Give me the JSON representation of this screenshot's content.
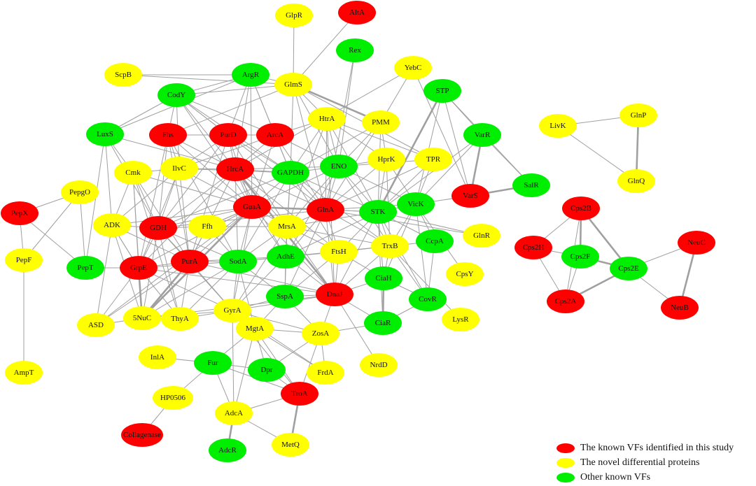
{
  "colors": {
    "known": "#ff0000",
    "novel": "#ffff00",
    "other": "#00ee00",
    "edge": "#a0a0a0"
  },
  "legend": [
    {
      "label": "The known VFs identified in this study",
      "group": "known"
    },
    {
      "label": "The novel differential proteins",
      "group": "novel"
    },
    {
      "label": "Other known VFs",
      "group": "other"
    }
  ],
  "nodes": [
    {
      "label": "GlpR",
      "group": "novel"
    },
    {
      "label": "AltA",
      "group": "known"
    },
    {
      "label": "Rex",
      "group": "other"
    },
    {
      "label": "ScpB",
      "group": "novel"
    },
    {
      "label": "ArgR",
      "group": "other"
    },
    {
      "label": "GlmS",
      "group": "novel"
    },
    {
      "label": "YebC",
      "group": "novel"
    },
    {
      "label": "CodY",
      "group": "other"
    },
    {
      "label": "STP",
      "group": "other"
    },
    {
      "label": "LuxS",
      "group": "other"
    },
    {
      "label": "Fhs",
      "group": "known"
    },
    {
      "label": "PurD",
      "group": "known"
    },
    {
      "label": "ArcA",
      "group": "known"
    },
    {
      "label": "HtrA",
      "group": "novel"
    },
    {
      "label": "PMM",
      "group": "novel"
    },
    {
      "label": "VarR",
      "group": "other"
    },
    {
      "label": "Cmk",
      "group": "novel"
    },
    {
      "label": "IlvC",
      "group": "novel"
    },
    {
      "label": "HrcA",
      "group": "known"
    },
    {
      "label": "GAPDH",
      "group": "other"
    },
    {
      "label": "ENO",
      "group": "other"
    },
    {
      "label": "HprK",
      "group": "novel"
    },
    {
      "label": "TPR",
      "group": "novel"
    },
    {
      "label": "SalR",
      "group": "other"
    },
    {
      "label": "VarS",
      "group": "known"
    },
    {
      "label": "PepgO",
      "group": "novel"
    },
    {
      "label": "PepX",
      "group": "known"
    },
    {
      "label": "GuaA",
      "group": "known"
    },
    {
      "label": "GlnA",
      "group": "known"
    },
    {
      "label": "STK",
      "group": "other"
    },
    {
      "label": "VicK",
      "group": "other"
    },
    {
      "label": "ADK",
      "group": "novel"
    },
    {
      "label": "GDH",
      "group": "known"
    },
    {
      "label": "Ffh",
      "group": "novel"
    },
    {
      "label": "MrsA",
      "group": "novel"
    },
    {
      "label": "GlnR",
      "group": "novel"
    },
    {
      "label": "CcpA",
      "group": "other"
    },
    {
      "label": "TrxB",
      "group": "novel"
    },
    {
      "label": "PepF",
      "group": "novel"
    },
    {
      "label": "PepT",
      "group": "other"
    },
    {
      "label": "GrpE",
      "group": "known"
    },
    {
      "label": "PurA",
      "group": "known"
    },
    {
      "label": "SodA",
      "group": "other"
    },
    {
      "label": "AdhE",
      "group": "other"
    },
    {
      "label": "FtsH",
      "group": "novel"
    },
    {
      "label": "CpsY",
      "group": "novel"
    },
    {
      "label": "CiaH",
      "group": "other"
    },
    {
      "label": "DnaJ",
      "group": "known"
    },
    {
      "label": "SspA",
      "group": "other"
    },
    {
      "label": "CovR",
      "group": "other"
    },
    {
      "label": "ASD",
      "group": "novel"
    },
    {
      "label": "5NuC",
      "group": "novel"
    },
    {
      "label": "ThyA",
      "group": "novel"
    },
    {
      "label": "GyrA",
      "group": "novel"
    },
    {
      "label": "MgtA",
      "group": "novel"
    },
    {
      "label": "ZosA",
      "group": "novel"
    },
    {
      "label": "CiaR",
      "group": "other"
    },
    {
      "label": "LysR",
      "group": "novel"
    },
    {
      "label": "InlA",
      "group": "novel"
    },
    {
      "label": "Fur",
      "group": "other"
    },
    {
      "label": "Dpr",
      "group": "other"
    },
    {
      "label": "FrdA",
      "group": "novel"
    },
    {
      "label": "NrdD",
      "group": "novel"
    },
    {
      "label": "AmpT",
      "group": "novel"
    },
    {
      "label": "HP0506",
      "group": "novel"
    },
    {
      "label": "TroA",
      "group": "known"
    },
    {
      "label": "AdcA",
      "group": "novel"
    },
    {
      "label": "Collagenase",
      "group": "known"
    },
    {
      "label": "AdcR",
      "group": "other"
    },
    {
      "label": "MetQ",
      "group": "novel"
    },
    {
      "label": "LivK",
      "group": "novel"
    },
    {
      "label": "GlnP",
      "group": "novel"
    },
    {
      "label": "GlnQ",
      "group": "novel"
    },
    {
      "label": "Cps2B",
      "group": "known"
    },
    {
      "label": "NeuC",
      "group": "known"
    },
    {
      "label": "Cps2H",
      "group": "known"
    },
    {
      "label": "Cps2F",
      "group": "other"
    },
    {
      "label": "Cps2E",
      "group": "other"
    },
    {
      "label": "Cps2A",
      "group": "known"
    },
    {
      "label": "NeuB",
      "group": "known"
    }
  ],
  "edges": [
    [
      "GlpR",
      "GlmS"
    ],
    [
      "AltA",
      "GlmS"
    ],
    [
      "Rex",
      "GlnA"
    ],
    [
      "Rex",
      "ENO"
    ],
    [
      "ScpB",
      "ArgR"
    ],
    [
      "ScpB",
      "GlmS"
    ],
    [
      "ArgR",
      "CodY"
    ],
    [
      "ArgR",
      "LuxS"
    ],
    [
      "ArgR",
      "GlmS"
    ],
    [
      "ArgR",
      "PurD"
    ],
    [
      "ArgR",
      "ArcA"
    ],
    [
      "ArgR",
      "HrcA"
    ],
    [
      "ArgR",
      "GAPDH"
    ],
    [
      "ArgR",
      "GuaA"
    ],
    [
      "GlmS",
      "PMM"
    ],
    [
      "GlmS",
      "HtrA"
    ],
    [
      "GlmS",
      "GAPDH"
    ],
    [
      "GlmS",
      "ENO"
    ],
    [
      "GlmS",
      "TPR"
    ],
    [
      "GlmS",
      "Fhs"
    ],
    [
      "GlmS",
      "GlnA"
    ],
    [
      "GlmS",
      "CodY"
    ],
    [
      "YebC",
      "PMM"
    ],
    [
      "YebC",
      "HrcA"
    ],
    [
      "YebC",
      "VarS"
    ],
    [
      "CodY",
      "Fhs"
    ],
    [
      "CodY",
      "PurD"
    ],
    [
      "CodY",
      "IlvC"
    ],
    [
      "CodY",
      "HrcA"
    ],
    [
      "CodY",
      "GuaA"
    ],
    [
      "CodY",
      "LuxS"
    ],
    [
      "CodY",
      "GlnA"
    ],
    [
      "CodY",
      "ArcA"
    ],
    [
      "CodY",
      "GAPDH"
    ],
    [
      "STP",
      "STK"
    ],
    [
      "STP",
      "VarR"
    ],
    [
      "STP",
      "SalR"
    ],
    [
      "STP",
      "VarS"
    ],
    [
      "STP",
      "VicK"
    ],
    [
      "LuxS",
      "Cmk"
    ],
    [
      "LuxS",
      "PepT"
    ],
    [
      "LuxS",
      "GDH"
    ],
    [
      "LuxS",
      "ADK"
    ],
    [
      "LuxS",
      "HrcA"
    ],
    [
      "Fhs",
      "PurD"
    ],
    [
      "Fhs",
      "IlvC"
    ],
    [
      "Fhs",
      "GDH"
    ],
    [
      "Fhs",
      "HrcA"
    ],
    [
      "Fhs",
      "PurA"
    ],
    [
      "Fhs",
      "GuaA"
    ],
    [
      "Fhs",
      "GrpE"
    ],
    [
      "Fhs",
      "SodA"
    ],
    [
      "PurD",
      "HrcA"
    ],
    [
      "PurD",
      "GuaA"
    ],
    [
      "PurD",
      "PurA"
    ],
    [
      "PurD",
      "ArcA"
    ],
    [
      "PurD",
      "IlvC"
    ],
    [
      "PurD",
      "GDH"
    ],
    [
      "PurD",
      "GAPDH"
    ],
    [
      "PurD",
      "MrsA"
    ],
    [
      "ArcA",
      "HrcA"
    ],
    [
      "ArcA",
      "GlnA"
    ],
    [
      "ArcA",
      "GAPDH"
    ],
    [
      "ArcA",
      "HtrA"
    ],
    [
      "ArcA",
      "GuaA"
    ],
    [
      "ArcA",
      "ENO"
    ],
    [
      "ArcA",
      "IlvC"
    ],
    [
      "HtrA",
      "TPR"
    ],
    [
      "HtrA",
      "ENO"
    ],
    [
      "HtrA",
      "HprK"
    ],
    [
      "HtrA",
      "GAPDH"
    ],
    [
      "HtrA",
      "GlnA"
    ],
    [
      "HtrA",
      "STK"
    ],
    [
      "HtrA",
      "DnaJ"
    ],
    [
      "HtrA",
      "MrsA"
    ],
    [
      "PMM",
      "ENO"
    ],
    [
      "PMM",
      "GAPDH"
    ],
    [
      "PMM",
      "HprK"
    ],
    [
      "PMM",
      "STK"
    ],
    [
      "PMM",
      "GlnA"
    ],
    [
      "VarR",
      "VarS"
    ],
    [
      "VarR",
      "SalR"
    ],
    [
      "VarR",
      "VicK"
    ],
    [
      "VarR",
      "STK"
    ],
    [
      "Cmk",
      "ADK"
    ],
    [
      "Cmk",
      "GDH"
    ],
    [
      "Cmk",
      "PurA"
    ],
    [
      "Cmk",
      "GrpE"
    ],
    [
      "Cmk",
      "5NuC"
    ],
    [
      "Cmk",
      "GuaA"
    ],
    [
      "Cmk",
      "IlvC"
    ],
    [
      "Cmk",
      "ThyA"
    ],
    [
      "IlvC",
      "HrcA"
    ],
    [
      "IlvC",
      "GDH"
    ],
    [
      "IlvC",
      "GuaA"
    ],
    [
      "IlvC",
      "GrpE"
    ],
    [
      "IlvC",
      "GAPDH"
    ],
    [
      "IlvC",
      "ADK"
    ],
    [
      "IlvC",
      "PurA"
    ],
    [
      "HrcA",
      "GuaA"
    ],
    [
      "HrcA",
      "GAPDH"
    ],
    [
      "HrcA",
      "GlnA"
    ],
    [
      "HrcA",
      "MrsA"
    ],
    [
      "HrcA",
      "SodA"
    ],
    [
      "HrcA",
      "GrpE"
    ],
    [
      "HrcA",
      "DnaJ"
    ],
    [
      "HrcA",
      "FtsH"
    ],
    [
      "HrcA",
      "GDH"
    ],
    [
      "HrcA",
      "ENO"
    ],
    [
      "HrcA",
      "AdhE"
    ],
    [
      "HrcA",
      "PurA"
    ],
    [
      "GAPDH",
      "ENO"
    ],
    [
      "GAPDH",
      "GlnA"
    ],
    [
      "GAPDH",
      "GuaA"
    ],
    [
      "GAPDH",
      "STK"
    ],
    [
      "GAPDH",
      "MrsA"
    ],
    [
      "GAPDH",
      "AdhE"
    ],
    [
      "GAPDH",
      "SodA"
    ],
    [
      "GAPDH",
      "FtsH"
    ],
    [
      "GAPDH",
      "TrxB"
    ],
    [
      "GAPDH",
      "GDH"
    ],
    [
      "ENO",
      "STK"
    ],
    [
      "ENO",
      "GlnA"
    ],
    [
      "ENO",
      "VicK"
    ],
    [
      "ENO",
      "HprK"
    ],
    [
      "ENO",
      "TPR"
    ],
    [
      "ENO",
      "MrsA"
    ],
    [
      "ENO",
      "TrxB"
    ],
    [
      "ENO",
      "GuaA"
    ],
    [
      "ENO",
      "AdhE"
    ],
    [
      "HprK",
      "STK"
    ],
    [
      "HprK",
      "VicK"
    ],
    [
      "HprK",
      "TrxB"
    ],
    [
      "HprK",
      "GlnA"
    ],
    [
      "TPR",
      "STK"
    ],
    [
      "TPR",
      "VicK"
    ],
    [
      "TPR",
      "GlnA"
    ],
    [
      "SalR",
      "VarS"
    ],
    [
      "VarS",
      "VicK"
    ],
    [
      "PepgO",
      "PepX"
    ],
    [
      "PepgO",
      "PepT"
    ],
    [
      "PepgO",
      "PepF"
    ],
    [
      "PepX",
      "PepT"
    ],
    [
      "PepX",
      "PepF"
    ],
    [
      "PepF",
      "AmpT"
    ],
    [
      "GuaA",
      "GlnA"
    ],
    [
      "GuaA",
      "GDH"
    ],
    [
      "GuaA",
      "GrpE"
    ],
    [
      "GuaA",
      "PurA"
    ],
    [
      "GuaA",
      "MrsA"
    ],
    [
      "GuaA",
      "Ffh"
    ],
    [
      "GuaA",
      "SodA"
    ],
    [
      "GuaA",
      "5NuC"
    ],
    [
      "GuaA",
      "GyrA"
    ],
    [
      "GuaA",
      "ADK"
    ],
    [
      "GuaA",
      "DnaJ"
    ],
    [
      "GuaA",
      "AdhE"
    ],
    [
      "GuaA",
      "STK"
    ],
    [
      "GuaA",
      "ASD"
    ],
    [
      "GlnA",
      "STK"
    ],
    [
      "GlnA",
      "MrsA"
    ],
    [
      "GlnA",
      "DnaJ"
    ],
    [
      "GlnA",
      "VicK"
    ],
    [
      "GlnA",
      "TrxB"
    ],
    [
      "GlnA",
      "GlnR"
    ],
    [
      "GlnA",
      "FtsH"
    ],
    [
      "GlnA",
      "AdhE"
    ],
    [
      "GlnA",
      "GDH"
    ],
    [
      "GlnA",
      "SspA"
    ],
    [
      "STK",
      "VicK"
    ],
    [
      "STK",
      "TrxB"
    ],
    [
      "STK",
      "CcpA"
    ],
    [
      "STK",
      "GlnR"
    ],
    [
      "STK",
      "CiaH"
    ],
    [
      "STK",
      "CiaR"
    ],
    [
      "STK",
      "CovR"
    ],
    [
      "STK",
      "MrsA"
    ],
    [
      "STK",
      "FtsH"
    ],
    [
      "STK",
      "DnaJ"
    ],
    [
      "STK",
      "AdhE"
    ],
    [
      "VicK",
      "CcpA"
    ],
    [
      "VicK",
      "CiaH"
    ],
    [
      "VicK",
      "CovR"
    ],
    [
      "VicK",
      "CpsY"
    ],
    [
      "VicK",
      "TrxB"
    ],
    [
      "ADK",
      "GDH"
    ],
    [
      "ADK",
      "GrpE"
    ],
    [
      "ADK",
      "PurA"
    ],
    [
      "ADK",
      "5NuC"
    ],
    [
      "ADK",
      "ASD"
    ],
    [
      "GDH",
      "GrpE"
    ],
    [
      "GDH",
      "PurA"
    ],
    [
      "GDH",
      "Ffh"
    ],
    [
      "GDH",
      "5NuC"
    ],
    [
      "GDH",
      "ThyA"
    ],
    [
      "GDH",
      "SodA"
    ],
    [
      "GDH",
      "GyrA"
    ],
    [
      "Ffh",
      "GuaA"
    ],
    [
      "Ffh",
      "PurA"
    ],
    [
      "Ffh",
      "SodA"
    ],
    [
      "Ffh",
      "MrsA"
    ],
    [
      "MrsA",
      "FtsH"
    ],
    [
      "MrsA",
      "TrxB"
    ],
    [
      "MrsA",
      "AdhE"
    ],
    [
      "MrsA",
      "SodA"
    ],
    [
      "MrsA",
      "DnaJ"
    ],
    [
      "MrsA",
      "SspA"
    ],
    [
      "MrsA",
      "GyrA"
    ],
    [
      "TrxB",
      "FtsH"
    ],
    [
      "TrxB",
      "CcpA"
    ],
    [
      "TrxB",
      "CiaH"
    ],
    [
      "TrxB",
      "CovR"
    ],
    [
      "TrxB",
      "LysR"
    ],
    [
      "TrxB",
      "DnaJ"
    ],
    [
      "TrxB",
      "AdhE"
    ],
    [
      "GrpE",
      "PurA"
    ],
    [
      "GrpE",
      "5NuC"
    ],
    [
      "GrpE",
      "ASD"
    ],
    [
      "GrpE",
      "ThyA"
    ],
    [
      "GrpE",
      "GyrA"
    ],
    [
      "GrpE",
      "DnaJ"
    ],
    [
      "GrpE",
      "SodA"
    ],
    [
      "GrpE",
      "ADK"
    ],
    [
      "GrpE",
      "PepT"
    ],
    [
      "PurA",
      "SodA"
    ],
    [
      "PurA",
      "5NuC"
    ],
    [
      "PurA",
      "ThyA"
    ],
    [
      "PurA",
      "GyrA"
    ],
    [
      "PurA",
      "ASD"
    ],
    [
      "PurA",
      "DnaJ"
    ],
    [
      "PurA",
      "AdhE"
    ],
    [
      "SodA",
      "AdhE"
    ],
    [
      "SodA",
      "GyrA"
    ],
    [
      "SodA",
      "SspA"
    ],
    [
      "SodA",
      "5NuC"
    ],
    [
      "SodA",
      "ThyA"
    ],
    [
      "SodA",
      "MgtA"
    ],
    [
      "SodA",
      "FtsH"
    ],
    [
      "AdhE",
      "FtsH"
    ],
    [
      "AdhE",
      "SspA"
    ],
    [
      "AdhE",
      "DnaJ"
    ],
    [
      "AdhE",
      "GyrA"
    ],
    [
      "FtsH",
      "DnaJ"
    ],
    [
      "FtsH",
      "SspA"
    ],
    [
      "FtsH",
      "CiaH"
    ],
    [
      "CiaH",
      "CiaR"
    ],
    [
      "CiaH",
      "CovR"
    ],
    [
      "CiaH",
      "DnaJ"
    ],
    [
      "DnaJ",
      "SspA"
    ],
    [
      "DnaJ",
      "ZosA"
    ],
    [
      "DnaJ",
      "NrdD"
    ],
    [
      "DnaJ",
      "GyrA"
    ],
    [
      "DnaJ",
      "5NuC"
    ],
    [
      "DnaJ",
      "CiaR"
    ],
    [
      "SspA",
      "GyrA"
    ],
    [
      "SspA",
      "ZosA"
    ],
    [
      "SspA",
      "MgtA"
    ],
    [
      "CovR",
      "CiaR"
    ],
    [
      "CovR",
      "CcpA"
    ],
    [
      "ASD",
      "5NuC"
    ],
    [
      "5NuC",
      "ThyA"
    ],
    [
      "5NuC",
      "GyrA"
    ],
    [
      "ThyA",
      "GyrA"
    ],
    [
      "GyrA",
      "MgtA"
    ],
    [
      "GyrA",
      "ZosA"
    ],
    [
      "GyrA",
      "TroA"
    ],
    [
      "GyrA",
      "FrdA"
    ],
    [
      "GyrA",
      "AdcA"
    ],
    [
      "MgtA",
      "ZosA"
    ],
    [
      "MgtA",
      "FrdA"
    ],
    [
      "MgtA",
      "AdcA"
    ],
    [
      "MgtA",
      "Dpr"
    ],
    [
      "MgtA",
      "TroA"
    ],
    [
      "MgtA",
      "Fur"
    ],
    [
      "ZosA",
      "CiaR"
    ],
    [
      "ZosA",
      "FrdA"
    ],
    [
      "ZosA",
      "Dpr"
    ],
    [
      "ZosA",
      "TroA"
    ],
    [
      "InlA",
      "Fur"
    ],
    [
      "Fur",
      "Dpr"
    ],
    [
      "Fur",
      "TroA"
    ],
    [
      "Fur",
      "HP0506"
    ],
    [
      "Fur",
      "AdcA"
    ],
    [
      "Dpr",
      "TroA"
    ],
    [
      "HP0506",
      "Collagenase"
    ],
    [
      "TroA",
      "AdcA"
    ],
    [
      "TroA",
      "MetQ"
    ],
    [
      "AdcA",
      "AdcR"
    ],
    [
      "AdcA",
      "MetQ"
    ],
    [
      "LivK",
      "GlnP"
    ],
    [
      "LivK",
      "GlnQ"
    ],
    [
      "GlnP",
      "GlnQ"
    ],
    [
      "Cps2B",
      "Cps2H"
    ],
    [
      "Cps2B",
      "Cps2F"
    ],
    [
      "Cps2B",
      "Cps2E"
    ],
    [
      "Cps2B",
      "Cps2A"
    ],
    [
      "Cps2H",
      "Cps2F"
    ],
    [
      "Cps2H",
      "Cps2A"
    ],
    [
      "Cps2F",
      "Cps2E"
    ],
    [
      "Cps2F",
      "Cps2A"
    ],
    [
      "Cps2E",
      "Cps2A"
    ],
    [
      "Cps2E",
      "NeuC"
    ],
    [
      "Cps2E",
      "NeuB"
    ],
    [
      "NeuC",
      "NeuB"
    ]
  ],
  "thick_edges": [
    [
      "GlnP",
      "GlnQ"
    ],
    [
      "Cps2B",
      "Cps2F"
    ],
    [
      "Cps2B",
      "Cps2E"
    ],
    [
      "Cps2F",
      "Cps2E"
    ],
    [
      "Cps2E",
      "Cps2A"
    ],
    [
      "NeuC",
      "NeuB"
    ],
    [
      "STP",
      "STK"
    ],
    [
      "VarR",
      "VarS"
    ],
    [
      "VarS",
      "SalR"
    ],
    [
      "CiaH",
      "CiaR"
    ],
    [
      "GuaA",
      "5NuC"
    ],
    [
      "GrpE",
      "5NuC"
    ],
    [
      "PurA",
      "5NuC"
    ],
    [
      "GlmS",
      "PMM"
    ],
    [
      "GuaA",
      "GlnA"
    ],
    [
      "HrcA",
      "DnaJ"
    ],
    [
      "TroA",
      "MetQ"
    ],
    [
      "AdcA",
      "AdcR"
    ]
  ]
}
